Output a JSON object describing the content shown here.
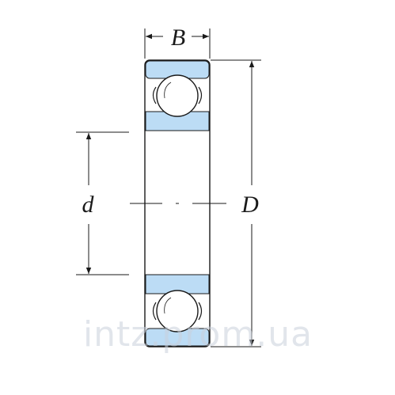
{
  "labels": {
    "width": "B",
    "bore": "d",
    "outer": "D"
  },
  "watermark": "intz.prom.ua",
  "colors": {
    "ring_fill": "#bcdcf5",
    "outline": "#1a1a1a",
    "ball_fill": "#ffffff",
    "watermark": "#c9d0da"
  }
}
